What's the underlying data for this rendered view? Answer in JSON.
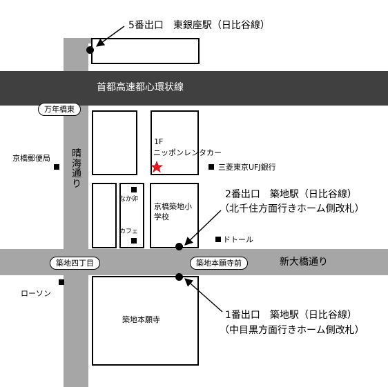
{
  "map": {
    "roads": {
      "expressway": "首都高速都心環状線",
      "harumi_dori": "晴海通り",
      "shin_ohashi_dori": "新大橋通り"
    },
    "intersections": {
      "mannenbashi_higashi": "万年橋東",
      "tsukiji_4chome": "築地四丁目",
      "tsukiji_honganji_mae": "築地本願寺前"
    },
    "exits": {
      "exit5": "5番出口　東銀座駅（日比谷線）",
      "exit2_line1": "2番出口　築地駅（日比谷線）",
      "exit2_line2": "（北千住方面行きホーム側改札）",
      "exit1_line1": "1番出口　築地駅（日比谷線）",
      "exit1_line2": "（中目黒方面行きホーム側改札）"
    },
    "destination": {
      "floor": "1F",
      "name": "ニッポンレンタカー"
    },
    "landmarks": {
      "kyobashi_post": "京橋郵便局",
      "mufg": "三菱東京UFJ銀行",
      "nakau": "なか卯",
      "cafe": "カフェ",
      "school": "京橋築地小学校",
      "doutor": "ドトール",
      "lawson": "ローソン",
      "honganji": "築地本願寺"
    },
    "colors": {
      "road": "#a6a6a6",
      "expressway": "#404040",
      "marker": "#e8161d"
    }
  }
}
